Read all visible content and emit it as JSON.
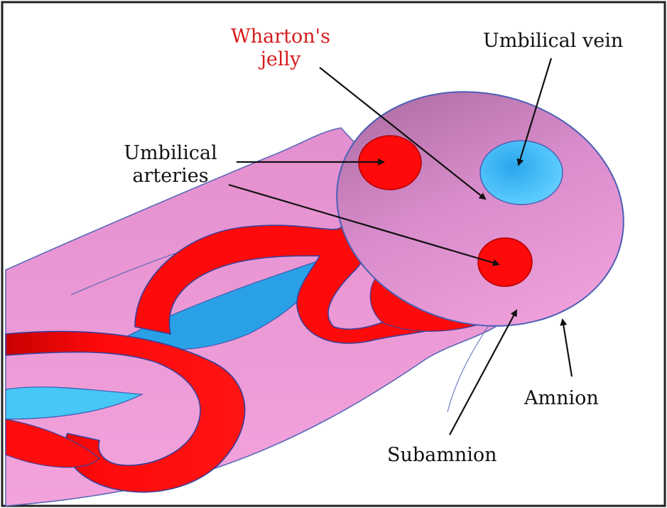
{
  "labels": {
    "whartons_jelly_line1": "Wharton's",
    "whartons_jelly_line2": "jelly",
    "umbilical_vein": "Umbilical vein",
    "umbilical_arteries_line1": "Umbilical",
    "umbilical_arteries_line2": "arteries",
    "amnion": "Amnion",
    "subamnion": "Subamnion"
  },
  "colors": {
    "cord_pink": "#f29bd9",
    "cord_face": "#e58fd0",
    "artery_red": "#ff0a0a",
    "vein_blue": "#3fb7f2",
    "outline_blue": "#4a5fb5",
    "wharton_label": "#d61b1b"
  }
}
